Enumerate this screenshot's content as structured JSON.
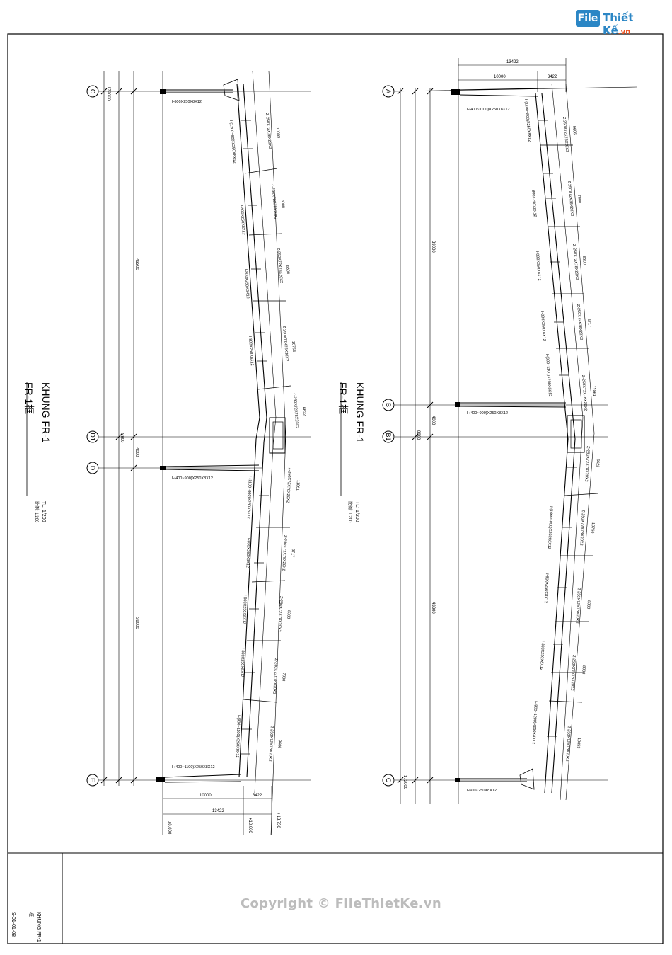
{
  "logo": {
    "brand": "File",
    "name": "Thiết Kế",
    "tld": ".vn"
  },
  "watermark": "Copyright © FileThietKe.vn",
  "title_block": {
    "drawing_name": "KHUNG FR-1",
    "drawing_name_cn": "框",
    "sheet_no": "S-01-01-08"
  },
  "left_frame": {
    "title": "KHUNG FR-1",
    "title_cn": "FR-1框",
    "scale": "TL: 1/200",
    "scale_cn": "比例: 1/200",
    "grid_labels": [
      "C",
      "D1",
      "D",
      "E"
    ],
    "overall_dims": [
      "172000",
      "43300",
      "8800",
      "4000",
      "39000"
    ],
    "members": [
      "I-600X250X8X12",
      "I-(400~900)X250X8X12",
      "I-(400~1100)X250X8X12",
      "I-(1200~800)X250X8X12",
      "I-800X250X8X12",
      "I-(1100~800)X250X8X12",
      "I-(800~1100)X250X8X12"
    ],
    "rafter_dims": [
      "10059",
      "8000",
      "8300",
      "10756",
      "6622",
      "11061",
      "6717",
      "8300",
      "7000",
      "9606"
    ],
    "purlin": "Z-250X72X78X20X2",
    "bottom_dims": [
      "10000",
      "3422",
      "13422"
    ],
    "levels": [
      "±0.000",
      "+10.000",
      "+13.750"
    ]
  },
  "right_frame": {
    "title": "KHUNG FR-1",
    "title_cn": "FR-1框",
    "scale": "TL: 1/200",
    "scale_cn": "比例: 1/200",
    "grid_labels": [
      "A",
      "B",
      "B1",
      "C"
    ],
    "overall_dims": [
      "172000",
      "39000",
      "4000",
      "8800",
      "43300"
    ],
    "members": [
      "I-(400~1100)X250X8X12",
      "I-(1100~800)X250X8X12",
      "I-800X250X8X12",
      "I-(900~1100)X250X8X12",
      "I-(400~900)X250X8X12",
      "I-(1000~800)X250X8X12",
      "I-(800~1200)X250X8X12",
      "I-600X250X8X12"
    ],
    "rafter_dims": [
      "9606",
      "7000",
      "8300",
      "6717",
      "11061",
      "6622",
      "10756",
      "8300",
      "8000",
      "10059"
    ],
    "purlin": "Z-250X72X78X20X2",
    "top_dims": [
      "13422",
      "10000",
      "3422"
    ]
  }
}
